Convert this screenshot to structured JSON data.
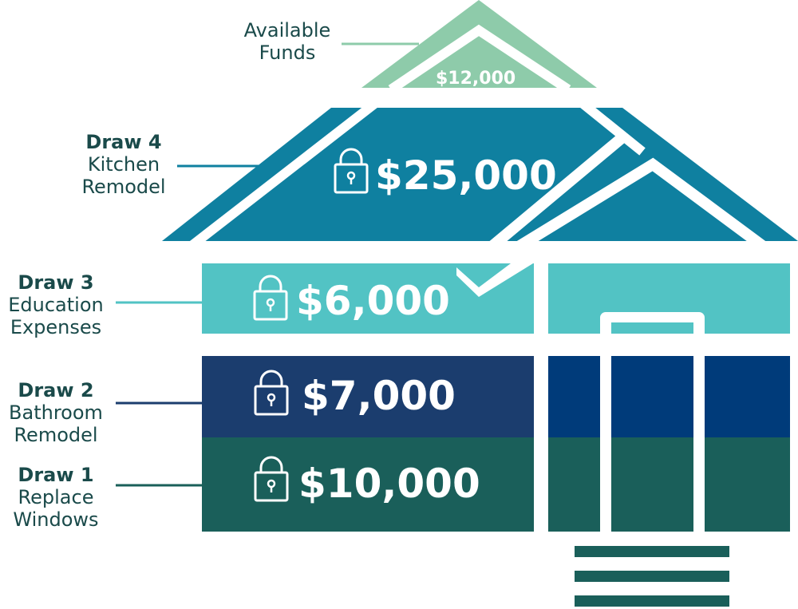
{
  "colors": {
    "roof_top": "#8ecbaa",
    "roof_draw4": "#0f80a0",
    "band_draw3": "#52c3c4",
    "band_draw2_left": "#1b3d6e",
    "band_draw2_right": "#003b7a",
    "band_draw1": "#1a5f5a",
    "steps": "#1a5f5a",
    "label_text": "#1a4a4a",
    "outline": "#ffffff"
  },
  "available": {
    "label_line1": "Available",
    "label_line2": "Funds",
    "amount": "$12,000"
  },
  "draws": [
    {
      "title": "Draw 4",
      "line1": "Kitchen",
      "line2": "Remodel",
      "amount": "$25,000",
      "icon": "lock-icon"
    },
    {
      "title": "Draw 3",
      "line1": "Education",
      "line2": "Expenses",
      "amount": "$6,000",
      "icon": "lock-icon"
    },
    {
      "title": "Draw 2",
      "line1": "Bathroom",
      "line2": "Remodel",
      "amount": "$7,000",
      "icon": "lock-icon"
    },
    {
      "title": "Draw 1",
      "line1": "Replace",
      "line2": "Windows",
      "amount": "$10,000",
      "icon": "lock-icon"
    }
  ]
}
